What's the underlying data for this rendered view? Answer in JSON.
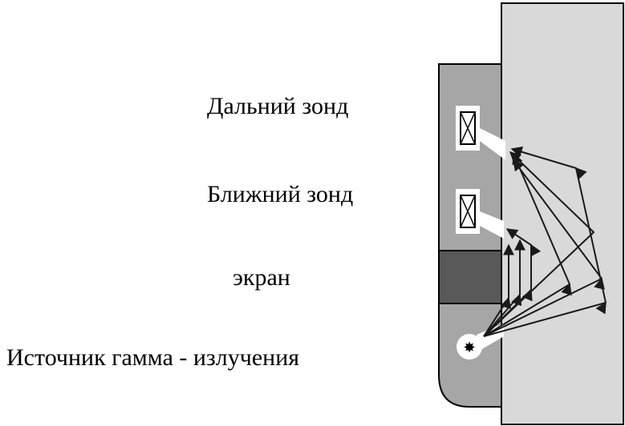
{
  "labels": {
    "far_probe": "Дальний зонд",
    "near_probe": "Ближний зонд",
    "screen": "экран",
    "source": "Источник гамма - излучения"
  },
  "colors": {
    "formation": "#d9d9d9",
    "tool_body": "#a6a6a6",
    "screen": "#595959",
    "outline": "#000000",
    "ray": "#1a1a1a",
    "detector_bg": "#ffffff"
  }
}
